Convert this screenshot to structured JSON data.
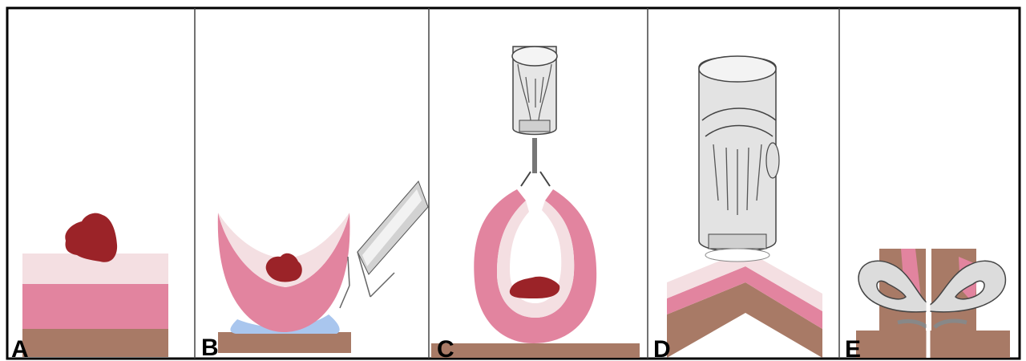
{
  "figure": {
    "panels": [
      {
        "letter": "A"
      },
      {
        "letter": "B"
      },
      {
        "letter": "C"
      },
      {
        "letter": "D"
      },
      {
        "letter": "E"
      }
    ]
  },
  "colors": {
    "lesion": "#9b2328",
    "mucosa": "#f4dfe2",
    "submucosa": "#e2849f",
    "submucosa_dark": "#c4506f",
    "muscle": "#a87a66",
    "saline": "#a9c6ee",
    "device": "#e4e4e4",
    "outline": "#333333"
  }
}
